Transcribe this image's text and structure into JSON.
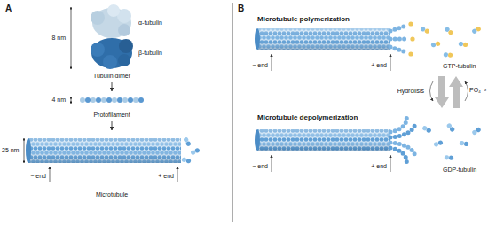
{
  "diagram": {
    "nodes": [
      {
        "text": [
          "Tubulin dimer"
        ]
      },
      {
        "text": [
          "Protofilament"
        ]
      },
      {
        "text": [
          "Microtubule"
        ]
      }
    ],
    "edges": [
      {
        "from": 0,
        "to": 1,
        "arrow": "to"
      },
      {
        "from": 1,
        "to": 2,
        "arrow": "to"
      }
    ],
    "labels": [
      "A",
      "8 nm",
      "α-tubulin",
      "β-tubulin",
      "4 nm",
      "25 nm",
      "− end",
      "+ end",
      "B",
      "Microtubule polymerization",
      "− end",
      "+ end",
      "GTP-tubulin",
      "Hydrolisis",
      "PO₄⁻³",
      "Microtubule depolymerization",
      "− end",
      "+ end",
      "GDP-tubulin"
    ]
  }
}
